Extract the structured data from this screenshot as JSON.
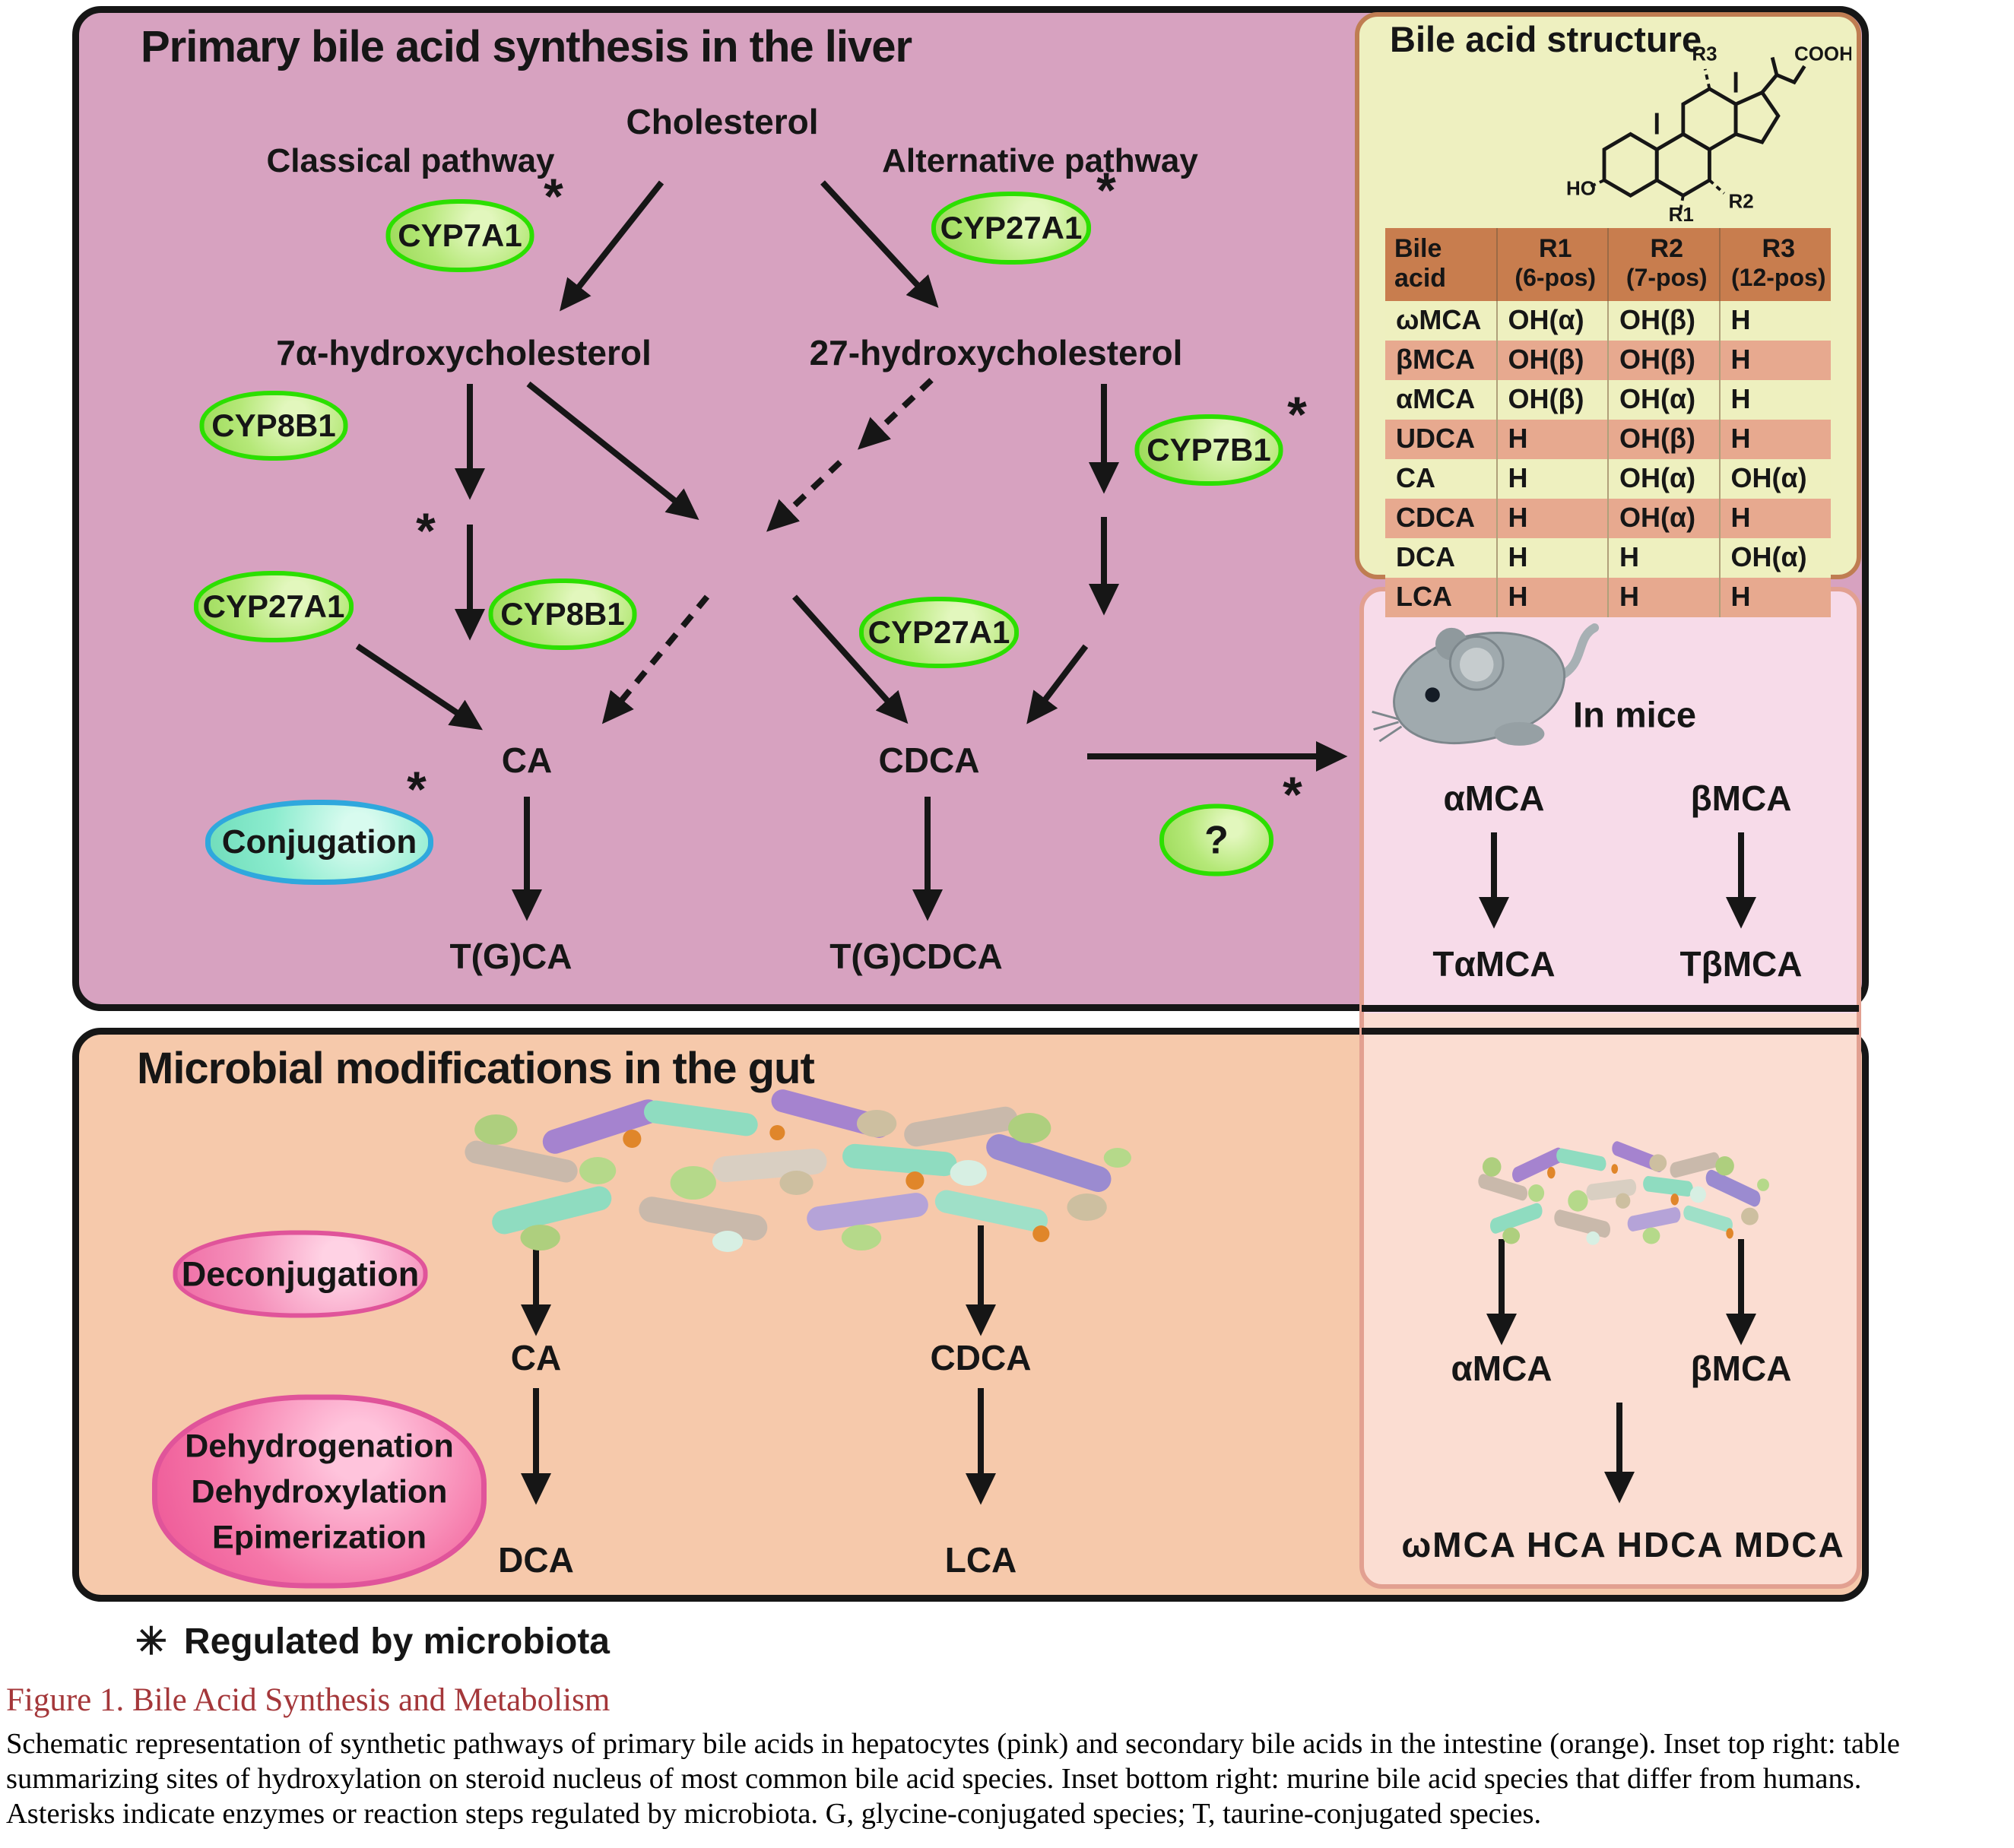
{
  "liver": {
    "title": "Primary bile acid synthesis in the liver",
    "classical_label": "Classical pathway",
    "alternative_label": "Alternative pathway",
    "asterisk": "*",
    "nodes": {
      "cholesterol": "Cholesterol",
      "hc7a": "7α-hydroxycholesterol",
      "hc27": "27-hydroxycholesterol",
      "ca": "CA",
      "cdca": "CDCA",
      "tgca": "T(G)CA",
      "tgcdca": "T(G)CDCA"
    },
    "enzymes": {
      "cyp7a1": "CYP7A1",
      "cyp27a1": "CYP27A1",
      "cyp8b1": "CYP8B1",
      "cyp7b1": "CYP7B1",
      "unknown": "?"
    },
    "conjugation_label": "Conjugation"
  },
  "structure_inset": {
    "title": "Bile acid structure",
    "labels": {
      "r1": "R1",
      "r2": "R2",
      "r3": "R3",
      "ho": "HO",
      "cooh": "COOH"
    },
    "table": {
      "headers": [
        {
          "t": "Bile acid",
          "s": ""
        },
        {
          "t": "R1",
          "s": "(6-pos)"
        },
        {
          "t": "R2",
          "s": "(7-pos)"
        },
        {
          "t": "R3",
          "s": "(12-pos)"
        }
      ],
      "rows": [
        [
          "ωMCA",
          "OH(α)",
          "OH(β)",
          "H"
        ],
        [
          "βMCA",
          "OH(β)",
          "OH(β)",
          "H"
        ],
        [
          "αMCA",
          "OH(β)",
          "OH(α)",
          "H"
        ],
        [
          "UDCA",
          "H",
          "OH(β)",
          "H"
        ],
        [
          "CA",
          "H",
          "OH(α)",
          "OH(α)"
        ],
        [
          "CDCA",
          "H",
          "OH(α)",
          "H"
        ],
        [
          "DCA",
          "H",
          "H",
          "OH(α)"
        ],
        [
          "LCA",
          "H",
          "H",
          "H"
        ]
      ]
    }
  },
  "mice_inset": {
    "title": "In mice",
    "amca": "αMCA",
    "bmca": "βMCA",
    "tamca": "TαMCA",
    "tbmca": "TβMCA"
  },
  "gut": {
    "title": "Microbial modifications in the gut",
    "deconjugation": "Deconjugation",
    "modifications": [
      "Dehydrogenation",
      "Dehydroxylation",
      "Epimerization"
    ],
    "ca": "CA",
    "cdca": "CDCA",
    "dca": "DCA",
    "lca": "LCA",
    "amca": "αMCA",
    "bmca": "βMCA",
    "products": "ωMCA  HCA  HDCA MDCA"
  },
  "legend": {
    "symbol": "✳",
    "text": "Regulated by microbiota"
  },
  "caption": {
    "title": "Figure 1.  Bile Acid Synthesis and Metabolism",
    "lines": [
      "Schematic representation of synthetic pathways of primary bile acids in hepatocytes (pink) and secondary bile acids in the intestine (orange). Inset top right: table",
      "summarizing sites of hydroxylation on steroid nucleus of most common bile acid species. Inset bottom right: murine bile acid species that differ from humans.",
      "Asterisks indicate enzymes or reaction steps regulated by microbiota. G, glycine-conjugated species; T, taurine-conjugated species."
    ]
  },
  "colors": {
    "panel_pink": "#d7a2c0",
    "panel_orange": "#f6c9ab",
    "inset_yellow": "#eef0c0",
    "inset_yellow_border": "#bf7d52",
    "inset_right_border": "#e2a091",
    "inset_right_top": "#f7dbe9",
    "inset_right_bottom": "#fbddd2",
    "enzyme_green": "#b5e878",
    "enzyme_border": "#2cdf00",
    "conjugation_fill": "#8becce",
    "conjugation_border": "#2fa8dd",
    "deconjugation_fill": "#f591bb",
    "deconjugation_border": "#e0549a",
    "dehydro_fill": "#f576a8",
    "table_header_bg": "#c87d4e",
    "table_row_light": "#eef0bf",
    "table_row_dark": "#e7a98f",
    "caption_title_color": "#a4373a"
  }
}
